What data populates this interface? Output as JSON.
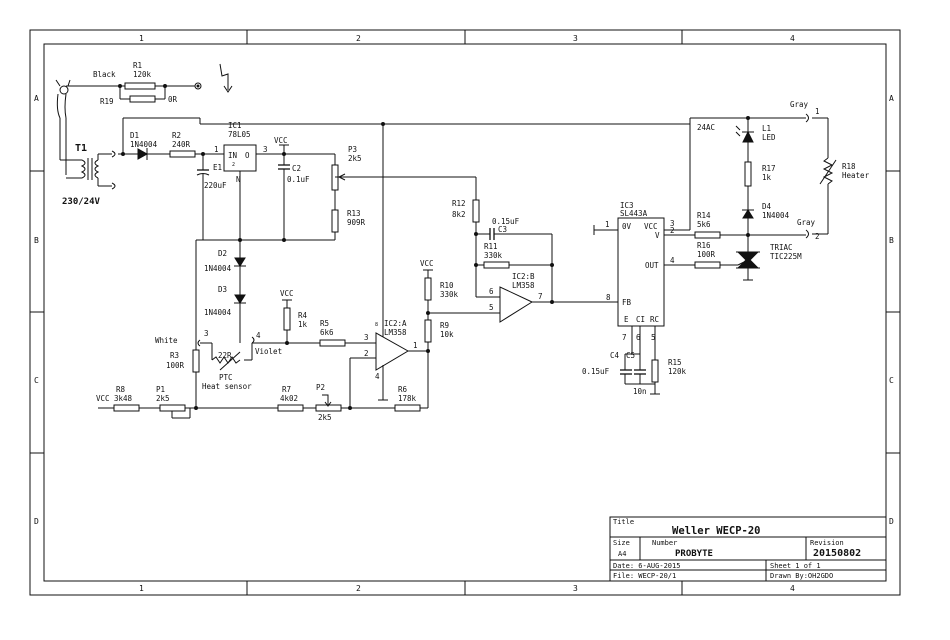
{
  "frame": {
    "cols": [
      "1",
      "2",
      "3",
      "4"
    ],
    "rows": [
      "A",
      "B",
      "C",
      "D"
    ]
  },
  "components": {
    "r1": {
      "ref": "R1",
      "value": "120k"
    },
    "r19": {
      "ref": "R19",
      "value": "0R"
    },
    "black": "Black",
    "t1": "T1",
    "t1_ratio": "230/24V",
    "d1": {
      "ref": "D1",
      "value": "1N4004"
    },
    "r2": {
      "ref": "R2",
      "value": "240R"
    },
    "ic1": {
      "ref": "IC1",
      "value": "78L05",
      "pin_in": "IN",
      "pin_o": "O",
      "pin_n": "N",
      "p1": "1",
      "p3": "3",
      "p2": "2"
    },
    "e1": {
      "ref": "E1",
      "value": "220uF"
    },
    "c2": {
      "ref": "C2",
      "value": "0.1uF"
    },
    "p3": {
      "ref": "P3",
      "value": "2k5"
    },
    "r13": {
      "ref": "R13",
      "value": "909R"
    },
    "d2": {
      "ref": "D2",
      "value": "1N4004"
    },
    "d3": {
      "ref": "D3",
      "value": "1N4004"
    },
    "white": "White",
    "r3": {
      "ref": "R3",
      "value": "100R"
    },
    "ptc": {
      "value": "22R",
      "ref": "PTC",
      "desc": "Heat sensor"
    },
    "violet": "Violet",
    "r4": {
      "ref": "R4",
      "value": "1k"
    },
    "r5": {
      "ref": "R5",
      "value": "6k6"
    },
    "ic2a": {
      "ref": "IC2:A",
      "value": "LM358",
      "p3": "3",
      "p2": "2",
      "p1": "1",
      "p4": "4",
      "p8": "8"
    },
    "r8": {
      "ref": "R8",
      "value": "3k48"
    },
    "p1": {
      "ref": "P1",
      "value": "2k5"
    },
    "r7": {
      "ref": "R7",
      "value": "4k02"
    },
    "p2": {
      "ref": "P2",
      "value": "2k5"
    },
    "r6": {
      "ref": "R6",
      "value": "178k"
    },
    "r12": {
      "ref": "R12",
      "value": "8k2"
    },
    "c3": {
      "ref": "C3",
      "value": "0.15uF"
    },
    "r11": {
      "ref": "R11",
      "value": "330k"
    },
    "ic2b": {
      "ref": "IC2:B",
      "value": "LM358",
      "p6": "6",
      "p5": "5",
      "p7": "7"
    },
    "r10": {
      "ref": "R10",
      "value": "330k"
    },
    "r9": {
      "ref": "R9",
      "value": "10k"
    },
    "ic3": {
      "ref": "IC3",
      "value": "SL443A",
      "pin_0v": "0V",
      "pin_vcc": "VCC",
      "pin_v": "V",
      "pin_out": "OUT",
      "pin_fb": "FB",
      "pin_e": "E",
      "pin_ci": "CI",
      "pin_rc": "RC",
      "p1": "1",
      "p3": "3",
      "p2": "2",
      "p4": "4",
      "p8": "8",
      "p7": "7",
      "p6": "6",
      "p5": "5"
    },
    "c4": {
      "ref": "C4",
      "value": "0.15uF"
    },
    "c5": {
      "ref": "C5",
      "value": "10n"
    },
    "r15": {
      "ref": "R15",
      "value": "120k"
    },
    "r14": {
      "ref": "R14",
      "value": "5k6"
    },
    "r16": {
      "ref": "R16",
      "value": "100R"
    },
    "l1": {
      "ref": "L1",
      "value": "LED"
    },
    "r17": {
      "ref": "R17",
      "value": "1k"
    },
    "d4": {
      "ref": "D4",
      "value": "1N4004"
    },
    "triac": {
      "ref": "TRIAC",
      "value": "TIC225M"
    },
    "r18": {
      "ref": "R18",
      "value": "Heater"
    },
    "gray1": "Gray",
    "gray2": "Gray",
    "ac24": "24AC",
    "vcc": "VCC",
    "pin1": "1",
    "pin2": "2",
    "pin3": "3",
    "pin4": "4"
  },
  "title_block": {
    "title_label": "Title",
    "title": "Weller WECP-20",
    "size_label": "Size",
    "size": "A4",
    "number_label": "Number",
    "number": "PROBYTE",
    "revision_label": "Revision",
    "revision": "20150802",
    "date": "Date: 6-AUG-2015",
    "file": "File: WECP-20/1",
    "sheet": "Sheet  1 of 1",
    "drawn": "Drawn By:OH2GDO"
  }
}
